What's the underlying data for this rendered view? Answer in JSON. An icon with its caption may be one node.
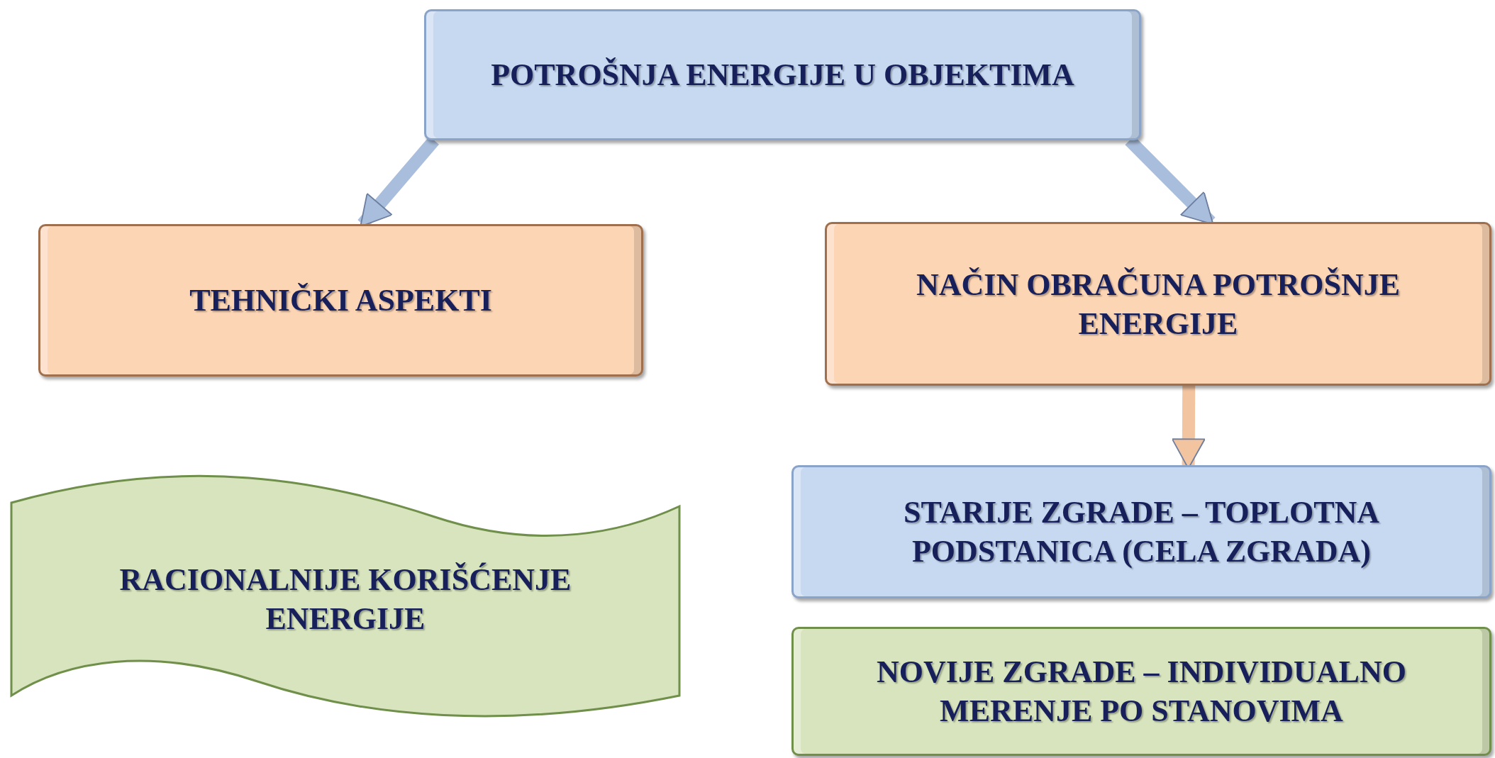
{
  "diagram": {
    "nodes": [
      {
        "text": [
          "POTROŠNJA ENERGIJE U OBJEKTIMA"
        ]
      },
      {
        "text": [
          "TEHNIČKI ASPEKTI"
        ]
      },
      {
        "text": [
          "NAČIN OBRAČUNA POTROŠNJE ENERGIJE"
        ]
      },
      {
        "text": [
          "RACIONALNIJE KORIŠĆENJE ENERGIJE"
        ]
      },
      {
        "text": [
          "STARIJE ZGRADE – TOPLOTNA PODSTANICA (CELA ZGRADA)"
        ]
      },
      {
        "text": [
          "NOVIJE ZGRADE – INDIVIDUALNO MERENJE PO STANOVIMA"
        ]
      }
    ],
    "edges": [
      {
        "from": 0,
        "to": 1,
        "arrow": "to"
      },
      {
        "from": 0,
        "to": 2,
        "arrow": "to"
      },
      {
        "from": 2,
        "to": 4,
        "arrow": "to",
        "color": "#f2c4a0"
      }
    ]
  }
}
